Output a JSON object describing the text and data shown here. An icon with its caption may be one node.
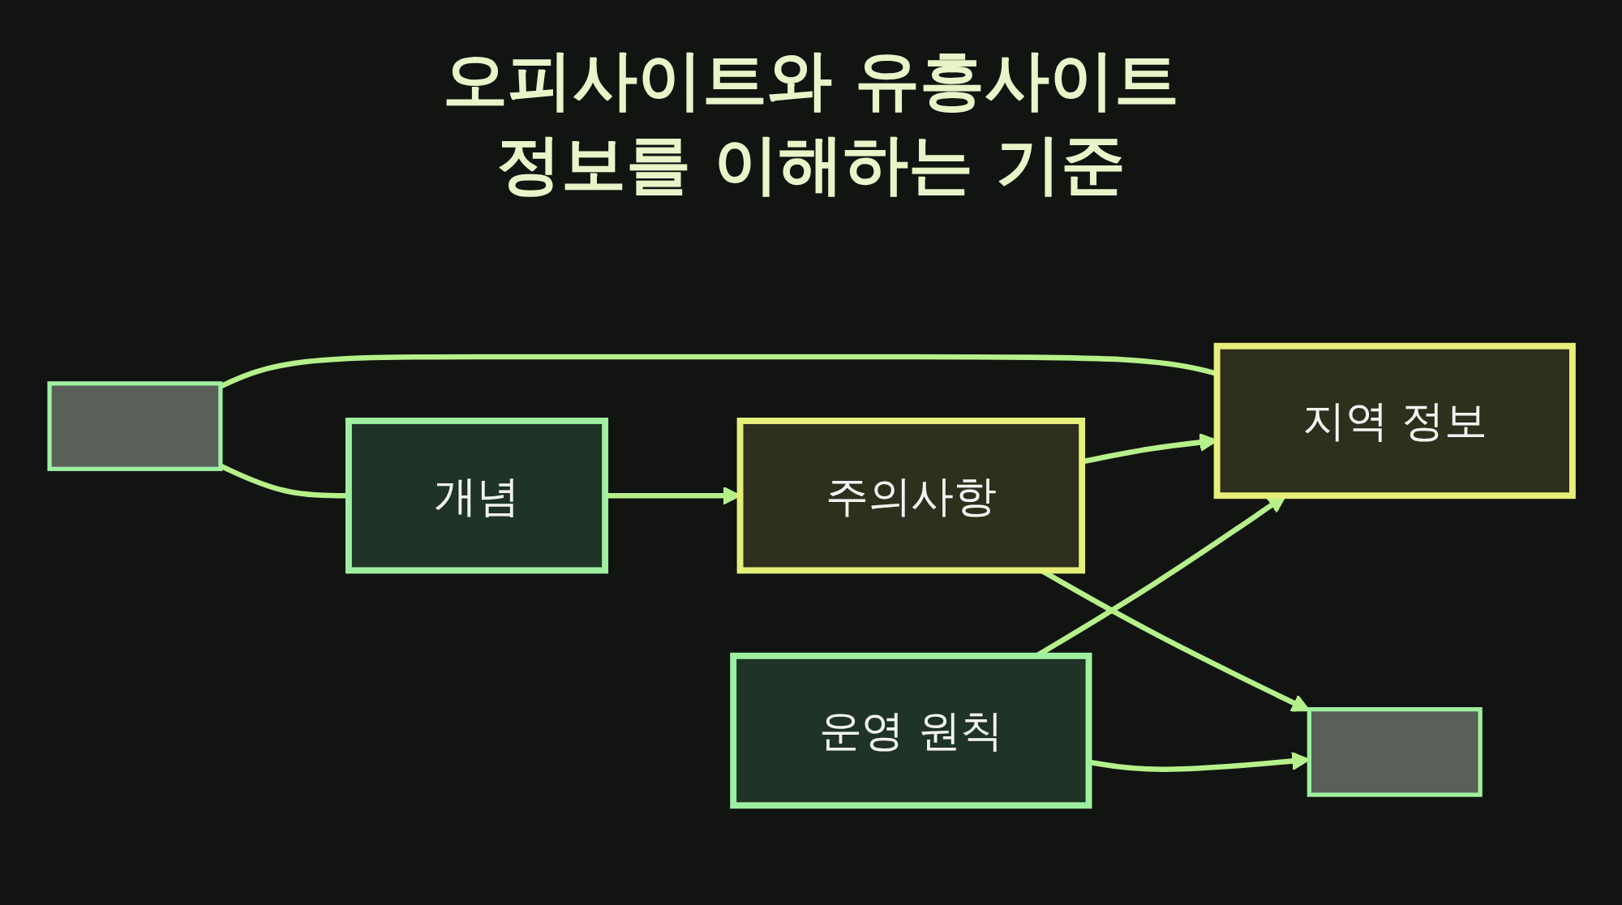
{
  "diagram": {
    "title": "오피사이트와 유흥사이트 정보를 이해하는 기준",
    "nodes": [
      {
        "text": [],
        "shape": "box"
      },
      {
        "text": [
          "개념"
        ]
      },
      {
        "text": [
          "주의사항"
        ]
      },
      {
        "text": [
          "지역 정보"
        ]
      },
      {
        "text": [
          "운영 원칙"
        ]
      },
      {
        "text": [],
        "shape": "box"
      }
    ],
    "edges": [
      {
        "from": 0,
        "to": 1,
        "arrow": "none"
      },
      {
        "from": 0,
        "to": 3,
        "arrow": "none"
      },
      {
        "from": 1,
        "to": 2,
        "arrow": "to"
      },
      {
        "from": 2,
        "to": 3,
        "arrow": "to"
      },
      {
        "from": 4,
        "to": 3,
        "arrow": "to"
      },
      {
        "from": 2,
        "to": 5,
        "arrow": "to"
      },
      {
        "from": 4,
        "to": 5,
        "arrow": "to"
      }
    ]
  }
}
